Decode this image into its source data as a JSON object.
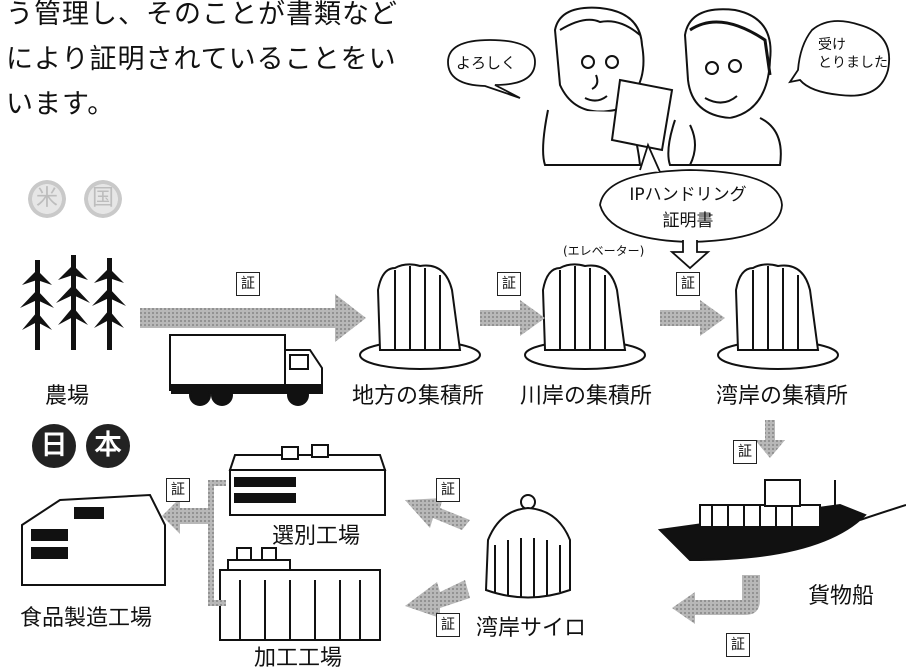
{
  "intro_text": [
    "う管理し、そのことが書類など",
    "により証明されていることをい",
    "います。"
  ],
  "speech": {
    "left": "よろしく",
    "right": "受け\nとりました"
  },
  "certificate_bubble": {
    "line1": "IPハンドリング",
    "line2": "証明書"
  },
  "cert_mark": "証",
  "faint_badges": [
    "米",
    "国"
  ],
  "dark_badges": [
    "日",
    "本"
  ],
  "elevator_note": "(エレベーター)",
  "labels": {
    "farm": "農場",
    "local_depot": "地方の集積所",
    "river_depot": "川岸の集積所",
    "bay_depot": "湾岸の集積所",
    "cargo_ship": "貨物船",
    "bay_silo": "湾岸サイロ",
    "sorting_plant": "選別工場",
    "processing_plant": "加工工場",
    "food_factory": "食品製造工場"
  },
  "colors": {
    "ink": "#111111",
    "arrow_gray": "#9a9a9a",
    "badge_dark": "#222222"
  }
}
